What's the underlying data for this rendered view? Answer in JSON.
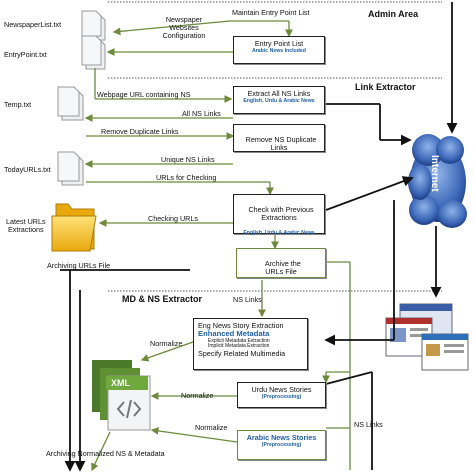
{
  "sections": {
    "admin": "Admin Area",
    "link": "Link Extractor",
    "md": "MD & NS Extractor"
  },
  "files": {
    "newspaper_list": "NewspaperList.txt",
    "entry_point": "EntryPoint.txt",
    "temp": "Temp.txt",
    "today_urls": "TodayURLs.txt",
    "latest_urls": "Latest URLs\nExtractions",
    "xml": "XML"
  },
  "boxes": {
    "entry_point_list": {
      "title": "Entry Point List",
      "sub": "Arabic News Included"
    },
    "extract_links": {
      "title": "Extract All NS Links",
      "sub": "English, Urdu & Arabic News"
    },
    "remove_dup": {
      "title": "Remove NS Duplicate\nLinks"
    },
    "check_prev": {
      "title": "Check with Previous\nExtractions",
      "sub": "English, Urdu & Arabic News"
    },
    "archive_urls": {
      "title": "Archive the\nURLs File"
    },
    "eng_story": {
      "line1": "Eng News Story Extraction",
      "line2": "Enhanced Metadata",
      "line3": "Explicit Metadata Extraction",
      "line4": "Implicit Metadata Extraction",
      "line5": "Specify Related Multimedia"
    },
    "urdu_story": {
      "title": "Urdu News Stories",
      "sub": "(Preprocessing)"
    },
    "arabic_story": {
      "title": "Arabic News Stories",
      "sub": "(Preprocessing)"
    }
  },
  "labels": {
    "maintain": "Maintain Entry Point List",
    "newspaper_cfg": "Newspaper\nWebsites\nConfiguration",
    "webpage_url": "Webpage URL containing NS",
    "all_ns_links": "All NS Links",
    "remove_dup_links": "Remove Duplicate Links",
    "unique_ns_links": "Unique NS Links",
    "urls_for_checking": "URLs for Checking",
    "checking_urls": "Checking URLs",
    "archiving_urls_file": "Archiving URLs File",
    "ns_links_1": "NS Links",
    "ns_links_2": "NS Links",
    "normalize_1": "Normalize",
    "normalize_2": "Normalize",
    "normalize_3": "Normalize",
    "archiving_normalized": "Archiving Normalized NS & Metadata",
    "internet": "Internet"
  }
}
